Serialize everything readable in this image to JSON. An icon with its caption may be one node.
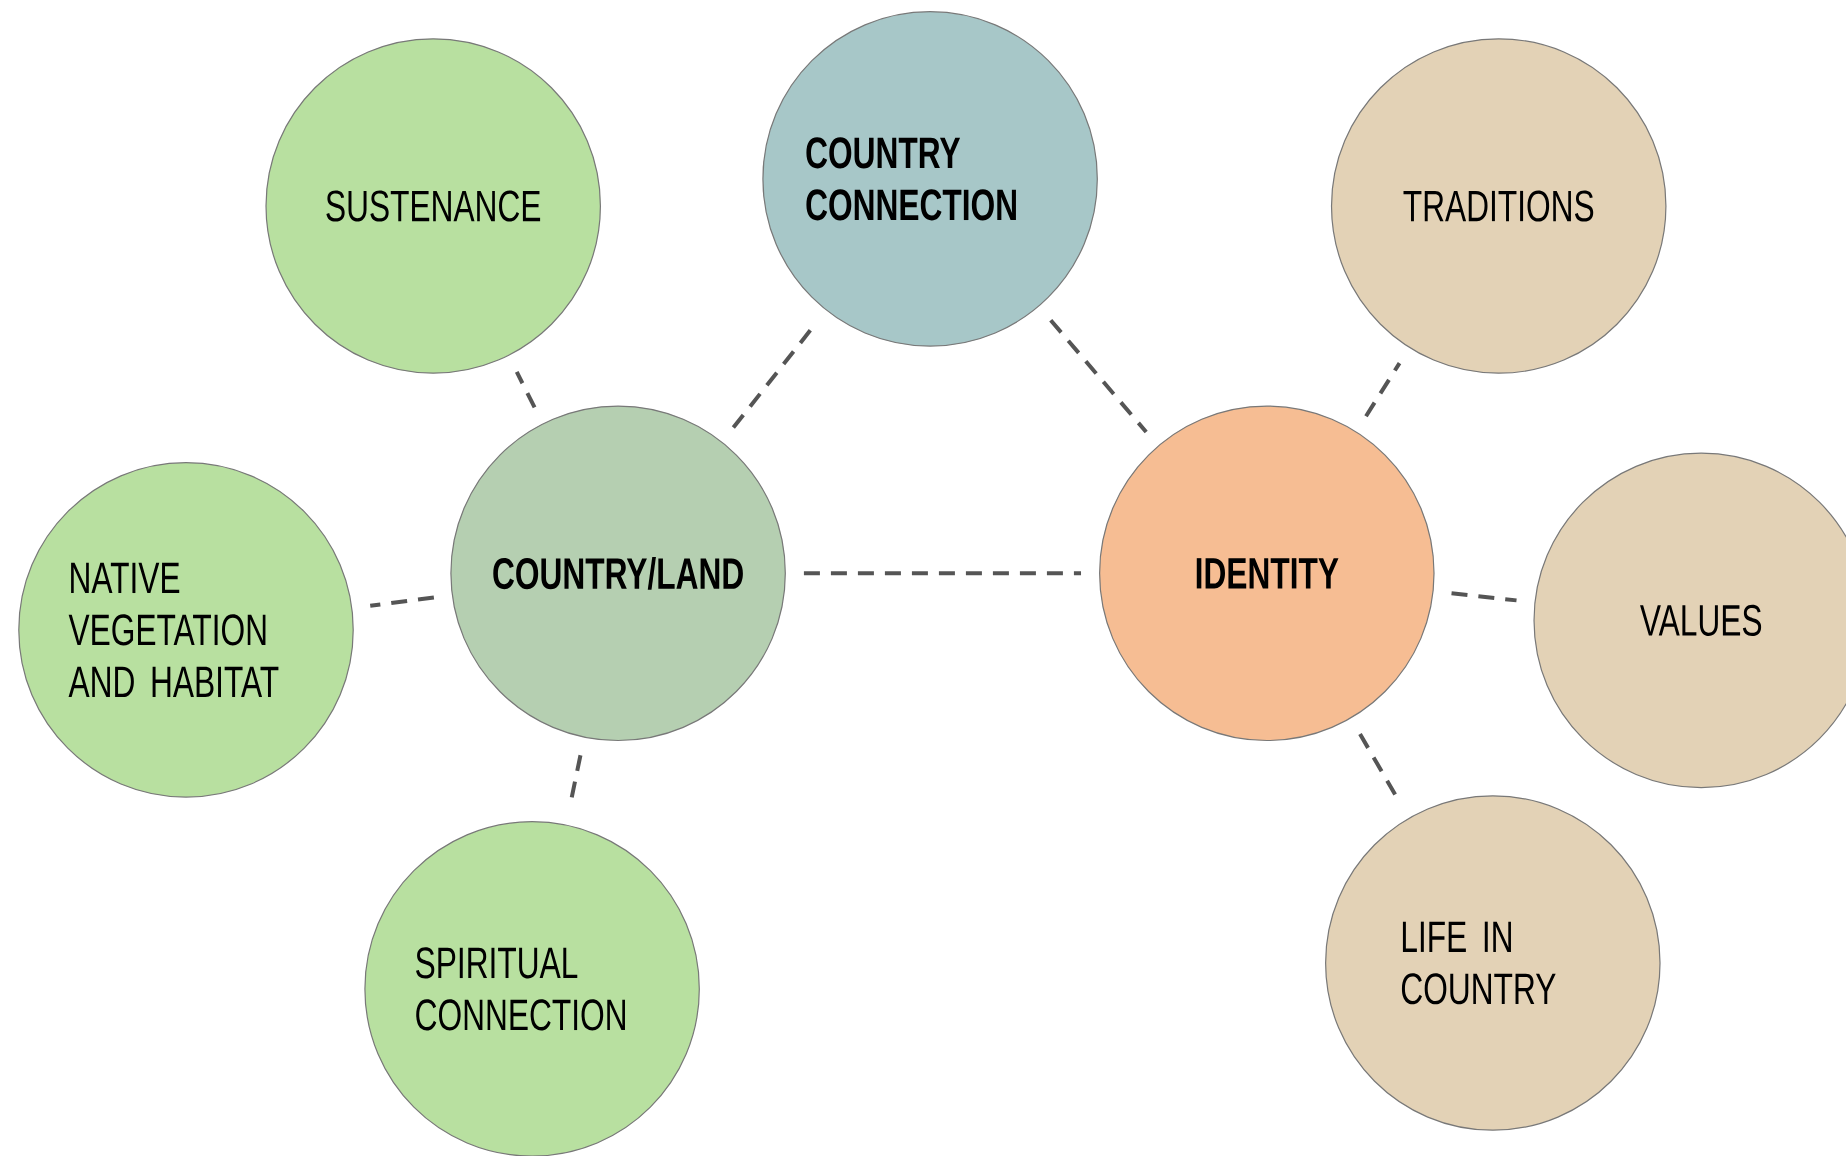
{
  "diagram": {
    "nodes": [
      {
        "text": [
          "COUNTRY CONNECTION"
        ]
      },
      {
        "text": [
          "SUSTENANCE"
        ]
      },
      {
        "text": [
          "TRADITIONS"
        ]
      },
      {
        "text": [
          "COUNTRY/LAND"
        ]
      },
      {
        "text": [
          "IDENTITY"
        ]
      },
      {
        "text": [
          "NATIVE VEGETATION AND HABITAT"
        ]
      },
      {
        "text": [
          "VALUES"
        ]
      },
      {
        "text": [
          "SPIRITUAL CONNECTION"
        ]
      },
      {
        "text": [
          "LIFE IN COUNTRY"
        ]
      }
    ],
    "edges": [
      {
        "from": 3,
        "to": 1,
        "arrow": "none",
        "style": "dashed"
      },
      {
        "from": 3,
        "to": 0,
        "arrow": "none",
        "style": "dashed"
      },
      {
        "from": 0,
        "to": 4,
        "arrow": "none",
        "style": "dashed"
      },
      {
        "from": 3,
        "to": 4,
        "arrow": "none",
        "style": "dashed"
      },
      {
        "from": 3,
        "to": 5,
        "arrow": "none",
        "style": "dashed"
      },
      {
        "from": 3,
        "to": 7,
        "arrow": "none",
        "style": "dashed"
      },
      {
        "from": 4,
        "to": 2,
        "arrow": "none",
        "style": "dashed"
      },
      {
        "from": 4,
        "to": 6,
        "arrow": "none",
        "style": "dashed"
      },
      {
        "from": 4,
        "to": 8,
        "arrow": "none",
        "style": "dashed"
      }
    ]
  }
}
